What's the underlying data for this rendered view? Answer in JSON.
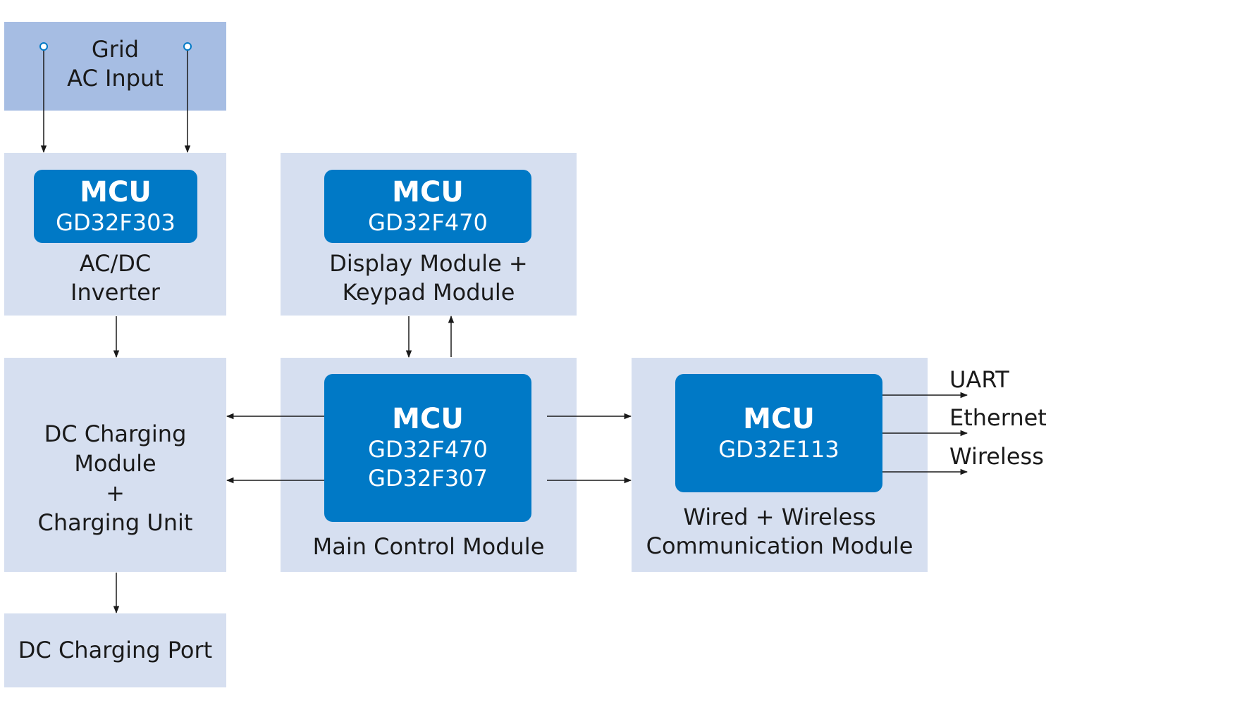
{
  "grid": {
    "line1": "Grid",
    "line2": "AC Input"
  },
  "acdc": {
    "mcu_title": "MCU",
    "chip": "GD32F303",
    "label_line1": "AC/DC",
    "label_line2": "Inverter"
  },
  "display": {
    "mcu_title": "MCU",
    "chip": "GD32F470",
    "label_line1": "Display Module +",
    "label_line2": "Keypad Module"
  },
  "dc_charging": {
    "line1": "DC Charging",
    "line2": "Module",
    "line3": "+",
    "line4": "Charging Unit"
  },
  "main_control": {
    "mcu_title": "MCU",
    "chip1": "GD32F470",
    "chip2": "GD32F307",
    "label": "Main Control Module"
  },
  "comm": {
    "mcu_title": "MCU",
    "chip": "GD32E113",
    "label_line1": "Wired + Wireless",
    "label_line2": "Communication Module"
  },
  "outputs": {
    "uart": "UART",
    "ethernet": "Ethernet",
    "wireless": "Wireless"
  },
  "dc_port": {
    "label": "DC Charging Port"
  },
  "colors": {
    "block_fill": "#d6dff0",
    "grid_fill": "#a6bde3",
    "mcu_fill": "#0079c6",
    "connector": "#1a1a1a",
    "terminal": "#0079c6"
  }
}
